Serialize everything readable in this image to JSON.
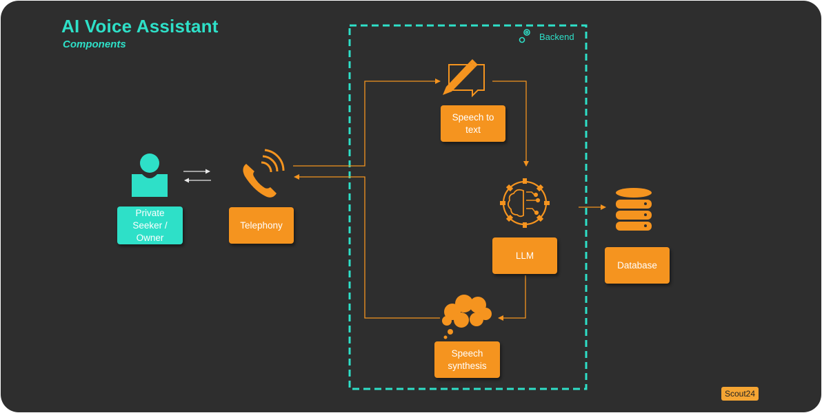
{
  "slide": {
    "title": "AI Voice Assistant",
    "subtitle": "Components"
  },
  "colors": {
    "background": "#2e2e2e",
    "accent_teal": "#2ee0c8",
    "accent_orange": "#f5941f"
  },
  "backend": {
    "label": "Backend",
    "icon": "gears-icon"
  },
  "nodes": {
    "private_seeker": {
      "label": "Private\nSeeker /\nOwner",
      "icon": "person-icon"
    },
    "telephony": {
      "label": "Telephony",
      "icon": "phone-icon"
    },
    "speech_to_text": {
      "label": "Speech to\ntext",
      "icon": "chat-pencil-icon"
    },
    "llm": {
      "label": "LLM",
      "icon": "brain-gear-icon"
    },
    "speech_synthesis": {
      "label": "Speech\nsynthesis",
      "icon": "thought-cloud-icon"
    },
    "database": {
      "label": "Database",
      "icon": "database-icon"
    }
  },
  "brand": {
    "logo_text": "Scout24"
  }
}
